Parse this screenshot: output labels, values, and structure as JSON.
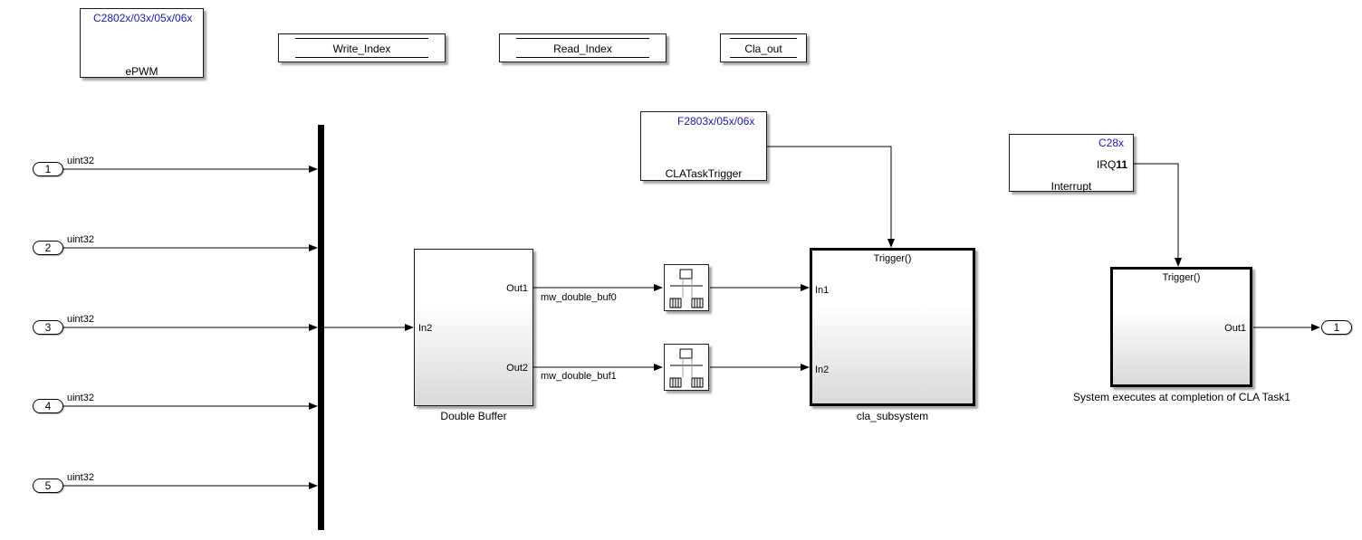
{
  "top_blocks": {
    "epwm": {
      "target": "C2802x/03x/05x/06x",
      "name": "ePWM"
    },
    "write_index": {
      "label": "Write_Index"
    },
    "read_index": {
      "label": "Read_Index"
    },
    "cla_out": {
      "label": "Cla_out"
    }
  },
  "cla_task_trigger": {
    "target": "F2803x/05x/06x",
    "name": "CLATaskTrigger"
  },
  "interrupt": {
    "target": "C28x",
    "port_prefix": "IRQ",
    "port_num": "11",
    "name": "Interrupt"
  },
  "inports": [
    {
      "num": "1",
      "type": "uint32"
    },
    {
      "num": "2",
      "type": "uint32"
    },
    {
      "num": "3",
      "type": "uint32"
    },
    {
      "num": "4",
      "type": "uint32"
    },
    {
      "num": "5",
      "type": "uint32"
    }
  ],
  "double_buffer": {
    "name": "Double Buffer",
    "in": "In2",
    "out1": "Out1",
    "out2": "Out2"
  },
  "signals": {
    "buf0": "mw_double_buf0",
    "buf1": "mw_double_buf1"
  },
  "cla_subsystem": {
    "name": "cla_subsystem",
    "trigger": "Trigger()",
    "in1": "In1",
    "in2": "In2"
  },
  "task_system": {
    "trigger": "Trigger()",
    "out": "Out1",
    "caption": "System executes at completion of CLA Task1"
  },
  "outport": {
    "num": "1"
  }
}
